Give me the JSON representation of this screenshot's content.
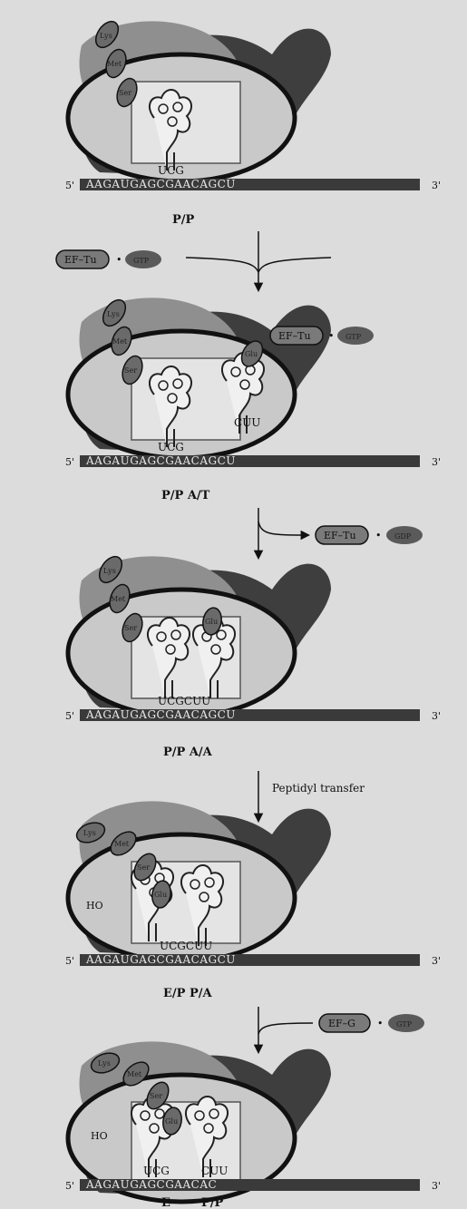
{
  "labels": {
    "five_prime": "5'",
    "three_prime": "3'",
    "dot": "•"
  },
  "mrna": {
    "stage1": "AAGAUGAGCGAACAGCU",
    "stage2": "AAGAUGAGCGAACAGCU",
    "stage3": "AAGAUGAGCGAACAGCU",
    "stage4": "AAGAUGAGCGAACAGCU",
    "stage5": "AAGAUGAGCGAACAC"
  },
  "states": {
    "stage1": "P/P",
    "stage2": "P/P A/T",
    "stage3": "P/P A/A",
    "stage4": "E/P P/A",
    "stage5_left": "E",
    "stage5_right": "P/P"
  },
  "codons": {
    "stage1": "UCG",
    "stage2_p": "UCG",
    "stage2_a": "CUU",
    "stage3": "UCGCUU",
    "stage4": "UCGCUU",
    "stage5_e": "UCG",
    "stage5_p": "CUU"
  },
  "factors": {
    "ef_tu": "EF–Tu",
    "ef_g": "EF–G",
    "gtp": "GTP",
    "gdp": "GDP"
  },
  "amino_acids": {
    "lys": "Lys",
    "met": "Met",
    "ser": "Ser",
    "glu": "Glu"
  },
  "steps": {
    "peptidyl_transfer": "Peptidyl transfer"
  },
  "ho": "HO"
}
